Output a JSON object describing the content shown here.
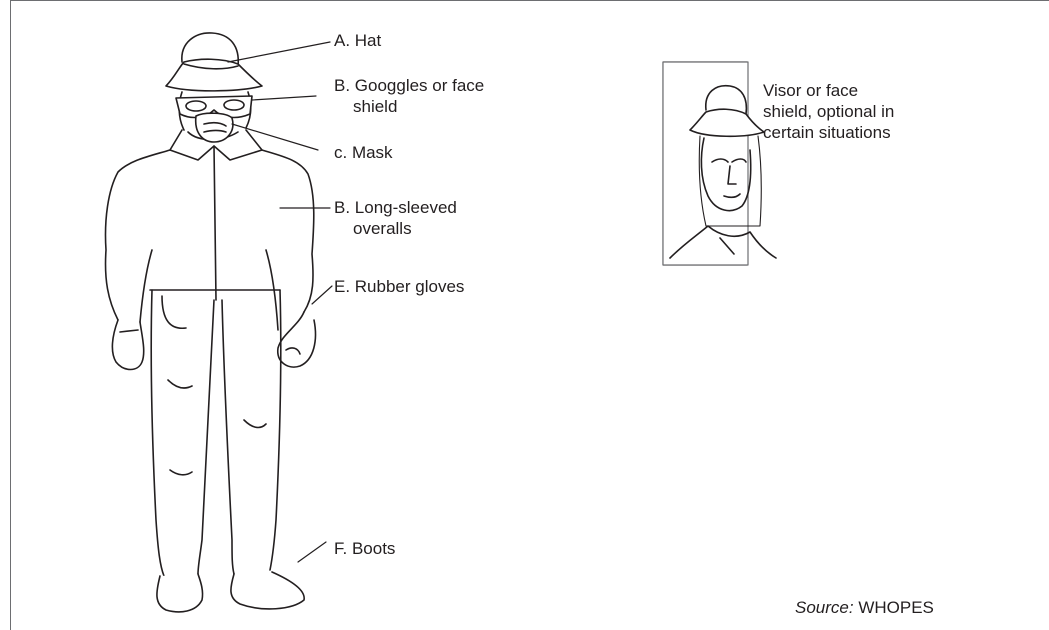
{
  "labels": {
    "hat": "A. Hat",
    "goggles_line1": "B. Googgles or face",
    "goggles_line2": "shield",
    "mask": "c. Mask",
    "overalls_line1": "B. Long-sleeved",
    "overalls_line2": "overalls",
    "gloves": "E. Rubber gloves",
    "boots": "F. Boots"
  },
  "inset_caption": {
    "line1": "Visor or face",
    "line2": "shield, optional in",
    "line3": "certain situations"
  },
  "source": {
    "prefix": "Source:",
    "text": "WHOPES"
  }
}
